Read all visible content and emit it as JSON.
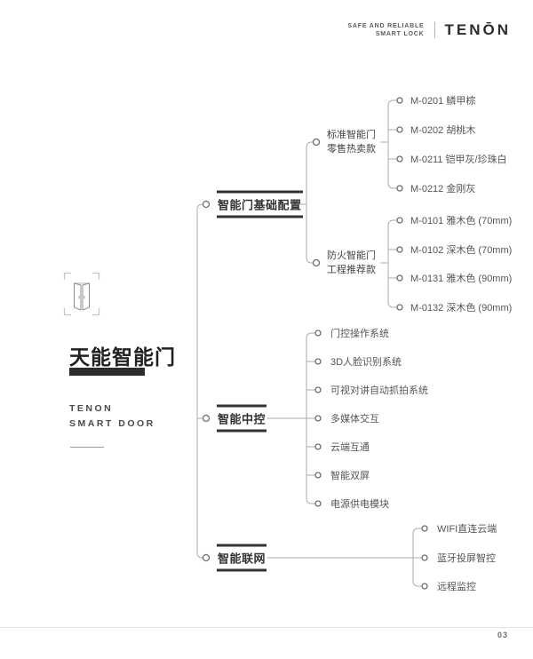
{
  "header": {
    "tagline_line1": "SAFE AND RELIABLE",
    "tagline_line2": "SMART LOCK",
    "logo": "TENŌN"
  },
  "left_panel": {
    "title": "天能智能门",
    "subtitle_line1": "TENON",
    "subtitle_line2": "SMART DOOR"
  },
  "tree": {
    "branch1": {
      "label": "智能门基础配置",
      "groups": [
        {
          "line1": "标准智能门",
          "line2": "零售热卖款",
          "items": [
            "M-0201 鳞甲棕",
            "M-0202 胡桃木",
            "M-0211 铠甲灰/珍珠白",
            "M-0212 金刚灰"
          ]
        },
        {
          "line1": "防火智能门",
          "line2": "工程推荐款",
          "items": [
            "M-0101 雅木色 (70mm)",
            "M-0102 深木色 (70mm)",
            "M-0131 雅木色 (90mm)",
            "M-0132 深木色 (90mm)"
          ]
        }
      ]
    },
    "branch2": {
      "label": "智能中控",
      "items": [
        "门控操作系统",
        "3D人脸识别系统",
        "可视对讲自动抓拍系统",
        "多媒体交互",
        "云端互通",
        "智能双屏",
        "电源供电模块"
      ]
    },
    "branch3": {
      "label": "智能联网",
      "items": [
        "WIFI直连云端",
        "蓝牙投屏智控",
        "远程监控"
      ]
    }
  },
  "footer": {
    "page_number": "03"
  },
  "colors": {
    "line": "#ababab",
    "node_text": "#333333",
    "leaf_text": "#555555",
    "accent_bar": "#2b2b2b"
  }
}
